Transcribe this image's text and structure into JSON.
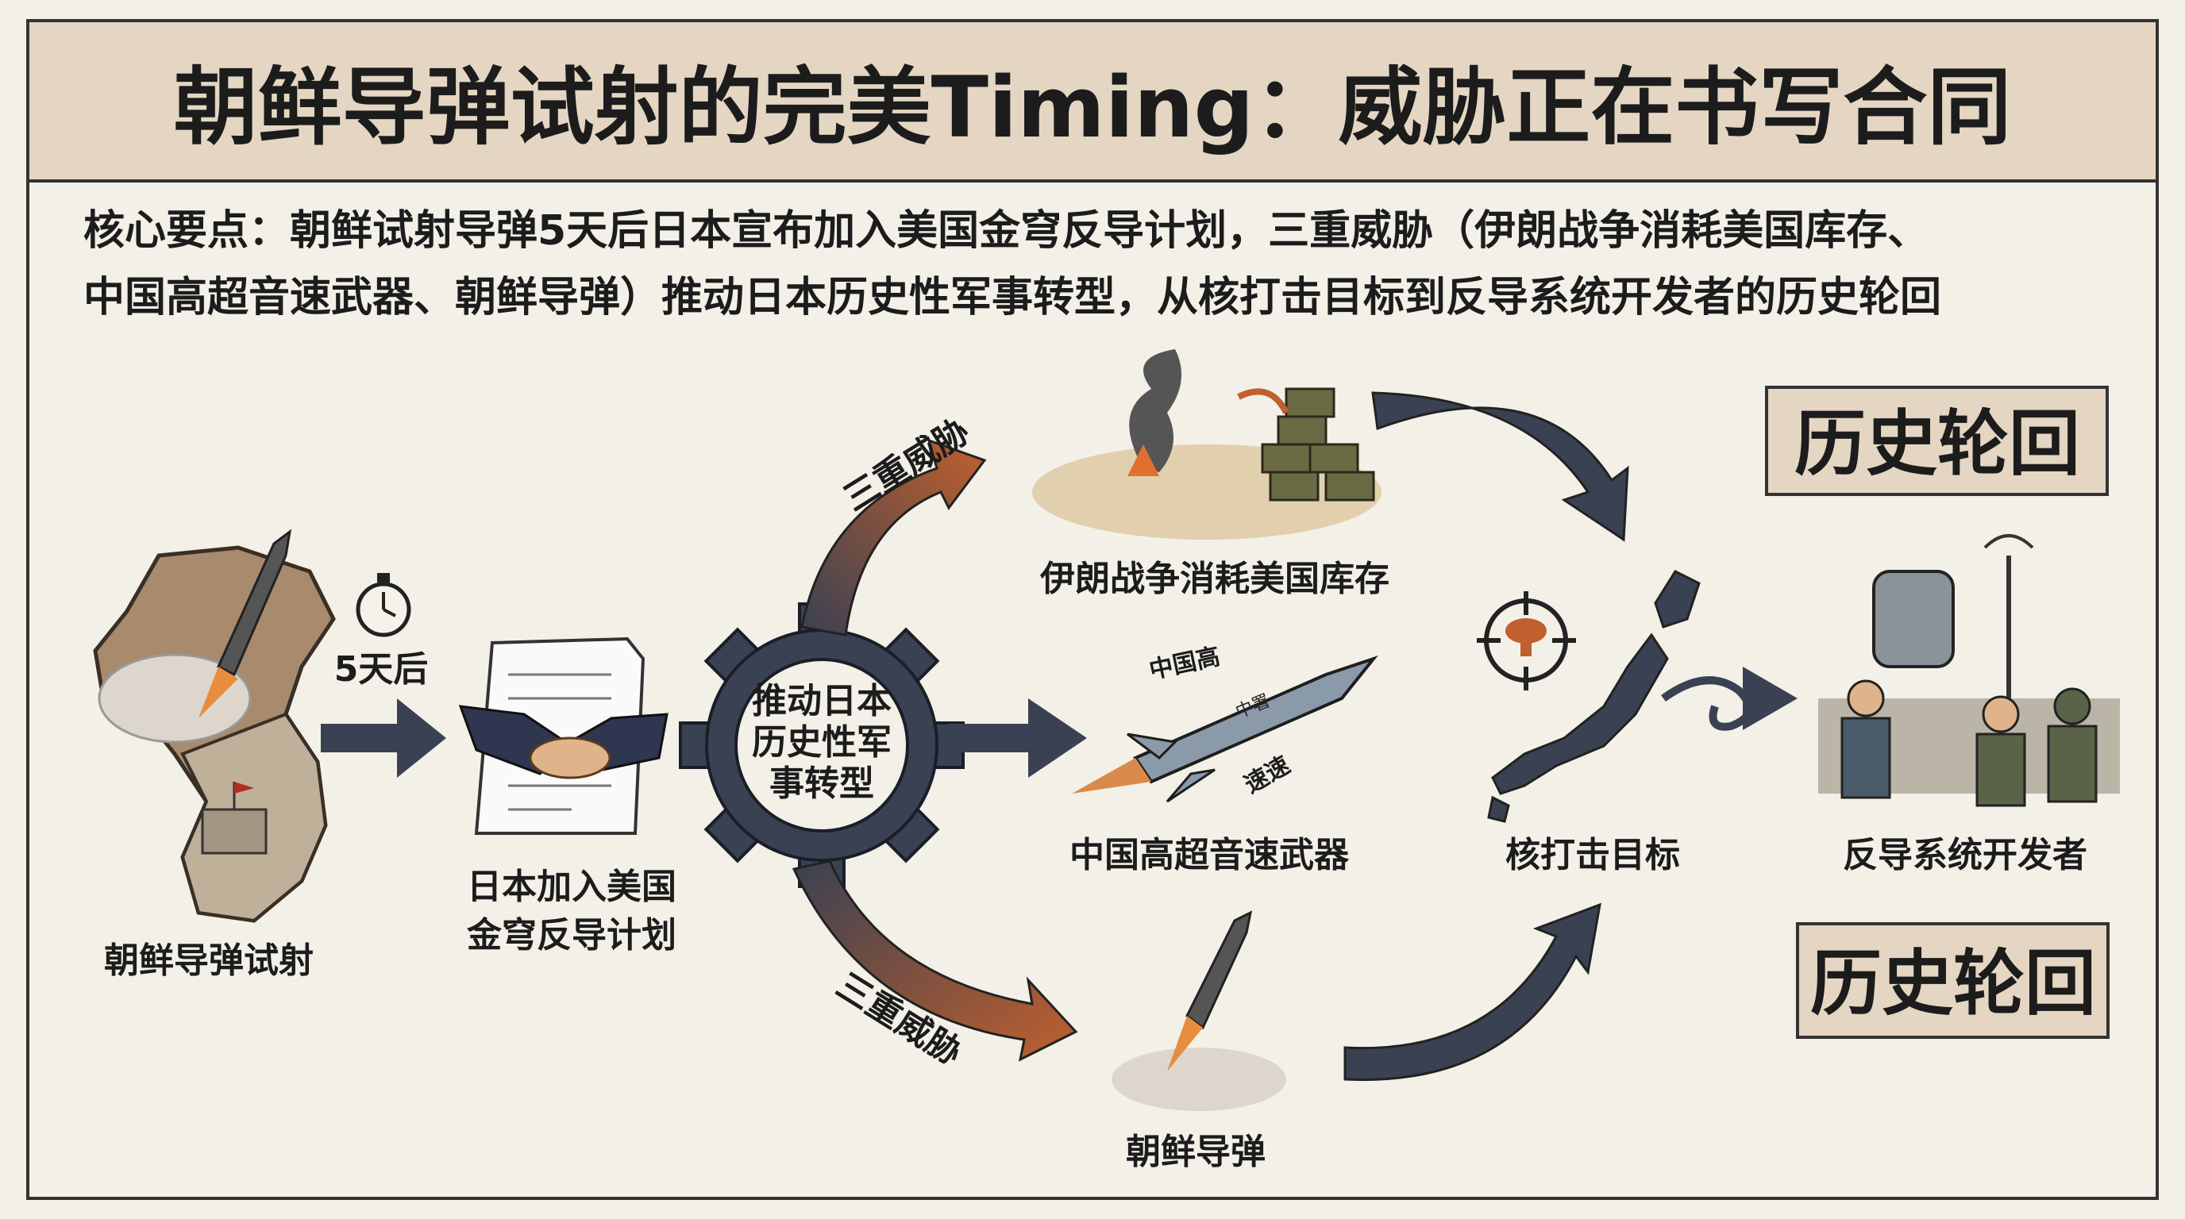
{
  "title": "朝鲜导弹试射的完美Timing：威胁正在书写合同",
  "summary": {
    "line1": "核心要点：朝鲜试射导弹5天后日本宣布加入美国金穹反导计划，三重威胁（伊朗战争消耗美国库存、",
    "line2": "中国高超音速武器、朝鲜导弹）推动日本历史性军事转型，从核打击目标到反导系统开发者的历史轮回"
  },
  "nodes": {
    "nk_test": "朝鲜导弹试射",
    "delay": "5天后",
    "japan_join_1": "日本加入美国",
    "japan_join_2": "金穹反导计划",
    "gear_1": "推动日本",
    "gear_2": "历史性军",
    "gear_3": "事转型",
    "threat_top": "三重威胁",
    "threat_bottom": "三重威胁",
    "iran": "伊朗战争消耗美国库存",
    "china": "中国高超音速武器",
    "china_tag_top": "中国高",
    "china_tag_bottom": "速速",
    "china_missile_mark": "中署",
    "nk_missile": "朝鲜导弹",
    "nuclear_target": "核打击目标",
    "developer": "反导系统开发者",
    "cycle_top": "历史轮回",
    "cycle_bottom": "历史轮回"
  },
  "colors": {
    "title_band": "#e4d6c2",
    "paper": "#f3f0e8",
    "dark_arrow": "#3a4152",
    "orange_arrow": "#c0602e",
    "ink": "#1c1c1c"
  }
}
